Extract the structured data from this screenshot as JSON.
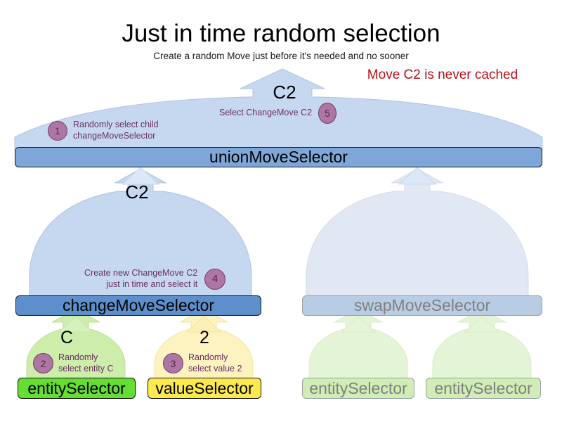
{
  "header": {
    "title": "Just in time random selection",
    "subtitle": "Create a random Move just before it's needed and no sooner",
    "warning": "Move C2 is never cached"
  },
  "colors": {
    "dome_active": "#C6D8F0",
    "dome_faded": "#E2E7F4",
    "bar_union": "#7EA6D8",
    "bar_change": "#5C8FCB",
    "bar_swap": "#B8CCE4",
    "entity_green": "#66DD33",
    "entity_green_faded": "#CFEDB4",
    "value_yellow": "#FCE94F",
    "dome_green": "#CCEEAA",
    "dome_green_faded": "#E4F4D6",
    "dome_yellow": "#FDF3C0",
    "badge_fill": "#AE76A3",
    "badge_border": "#743B6B",
    "annotation_text": "#6B2F63",
    "warning_text": "#BC0D18",
    "faded_text": "#808080"
  },
  "nodes": {
    "union_move_selector": "unionMoveSelector",
    "change_move_selector": "changeMoveSelector",
    "swap_move_selector": "swapMoveSelector",
    "entity_selector": "entitySelector",
    "value_selector": "valueSelector",
    "entity_selector_faded_1": "entitySelector",
    "entity_selector_faded_2": "entitySelector"
  },
  "move_labels": {
    "top": "C2",
    "change": "C2",
    "entity": "C",
    "value": "2"
  },
  "steps": [
    {
      "number": "1",
      "text_line1": "Randomly select child",
      "text_line2": "changeMoveSelector"
    },
    {
      "number": "2",
      "text_line1": "Randomly",
      "text_line2": "select entity C"
    },
    {
      "number": "3",
      "text_line1": "Randomly",
      "text_line2": "select value 2"
    },
    {
      "number": "4",
      "text_line1": "Create new ChangeMove C2",
      "text_line2": "just in time and select it"
    },
    {
      "number": "5",
      "text_line1": "Select ChangeMove C2",
      "text_line2": ""
    }
  ]
}
